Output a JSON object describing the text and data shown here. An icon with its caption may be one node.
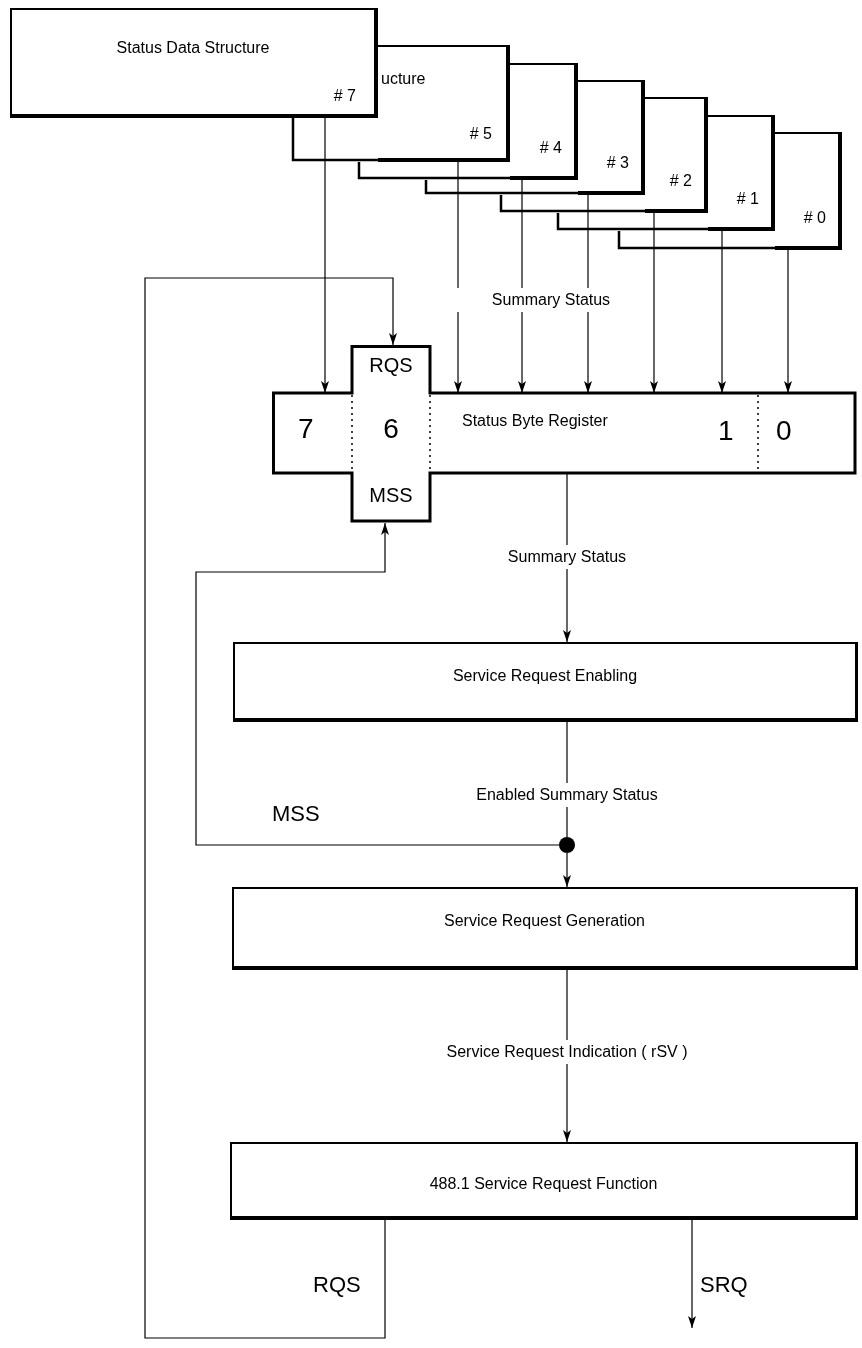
{
  "diagram": {
    "nodes": [
      {
        "text": [
          "Status Data Structure",
          "# 7"
        ]
      },
      {
        "text": [
          "ucture",
          "# 5"
        ]
      },
      {
        "text": [
          "# 4"
        ]
      },
      {
        "text": [
          "# 3"
        ]
      },
      {
        "text": [
          "# 2"
        ]
      },
      {
        "text": [
          "# 1"
        ]
      },
      {
        "text": [
          "# 0"
        ]
      },
      {
        "text": [
          "RQS",
          "7",
          "6",
          "Status Byte Register",
          "1",
          "0",
          "MSS"
        ]
      },
      {
        "text": [
          "Service Request Enabling"
        ]
      },
      {
        "text": [],
        "shape": "circle"
      },
      {
        "text": [
          "Service Request Generation"
        ]
      },
      {
        "text": [
          "488.1 Service Request Function"
        ]
      }
    ],
    "edges": [
      {
        "from": 0,
        "to": 7,
        "arrow": "to"
      },
      {
        "from": 1,
        "to": 7,
        "arrow": "to"
      },
      {
        "from": 2,
        "to": 7,
        "arrow": "to"
      },
      {
        "from": 3,
        "to": 7,
        "arrow": "to"
      },
      {
        "from": 4,
        "to": 7,
        "arrow": "to"
      },
      {
        "from": 5,
        "to": 7,
        "arrow": "to"
      },
      {
        "from": 6,
        "to": 7,
        "arrow": "to"
      },
      {
        "from": 7,
        "to": 8,
        "arrow": "to",
        "label": "Summary Status"
      },
      {
        "from": 8,
        "to": 9,
        "arrow": "none",
        "label": "Enabled Summary Status"
      },
      {
        "from": 9,
        "to": 10,
        "arrow": "to"
      },
      {
        "from": 9,
        "to": 7,
        "arrow": "to",
        "label": "MSS"
      },
      {
        "from": 10,
        "to": 11,
        "arrow": "to",
        "label": "Service Request Indication ( rSV )"
      },
      {
        "from": 11,
        "to": 7,
        "arrow": "to",
        "label": "RQS"
      },
      {
        "from": 11,
        "to": null,
        "arrow": "to",
        "label": "SRQ"
      }
    ],
    "labels": [
      "Summary Status"
    ]
  }
}
